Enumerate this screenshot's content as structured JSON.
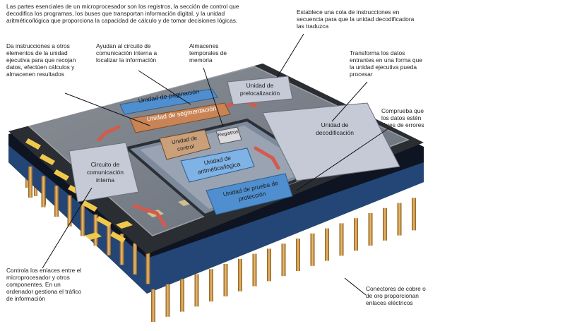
{
  "intro": "Las partes esenciales de un microprocesador son los registros, la sección de control que decodifica los programas, los buses que transportan información digital, y la unidad aritmético/lógica que proporciona la capacidad de cálculo y de tomar decisiones lógicas.",
  "annotations": {
    "instructions_queue": "Establece una cola de instrucciones en secuencia para que la unidad decodificadora las traduzca",
    "execution_control": "Da instrucciones a otros elementos de la unidad ejecutiva para que recojan datos, efectúen cálculos y almacenen resultados",
    "internal_comm": "Ayudan al circuito de comunicación interna a localizar la información",
    "temp_memory": "Almacenes temporales de memoria",
    "transform_data": "Transforma los datos entrantes en una forma que la unidad ejecutiva pueda procesar",
    "check_errors": "Comprueba que los datos estén libres de errores",
    "links_control": "Controla los enlaces entre el microprocesador y otros componentes. En un ordenador gestiona el tráfico de información",
    "connectors": "Conectores de cobre o de oro proporcionan enlaces eléctricos"
  },
  "units": {
    "paging": "Unidad de paginación",
    "segmentation": "Unidad de segmentación",
    "control": "Unidad de control",
    "registers": "Registros",
    "alu": "Unidad de aritmética/lógica",
    "protection": "Unidad de prueba de protección",
    "prefetch": "Unidad de prelocalización",
    "decode": "Unidad de decodificación",
    "bus_interface": "Circuito de comunicación interna"
  },
  "colors": {
    "chip_body": "#0e1421",
    "pins": "#d7a34b",
    "gold_stripe": "#f0c94a",
    "wire": "#d45a4c",
    "unit_blue": "#4f8fd0",
    "unit_tan": "#c88455",
    "unit_grey": "#c6cad6",
    "glass": "#b8c2d0"
  }
}
